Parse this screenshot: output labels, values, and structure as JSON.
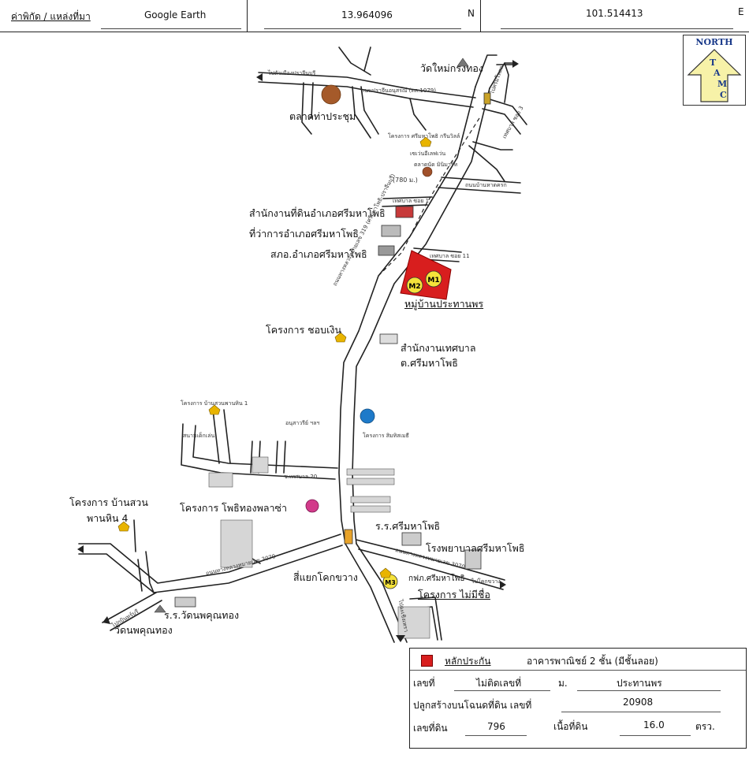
{
  "header": {
    "coord_label": "ค่าพิกัด / แหล่งที่มา",
    "source": "Google Earth",
    "lat": "13.964096",
    "lat_dir": "N",
    "lon": "101.514413",
    "lon_dir": "E"
  },
  "north": {
    "title": "NORTH",
    "letters": [
      "T",
      "A",
      "M",
      "C"
    ]
  },
  "map_labels": {
    "wat_mai": "วัดใหม่กรงทอง",
    "market": "ตลาดท่าประชุม",
    "project_srimaha": "โครงการ ศรีมหาโพธิ กรีนวิลล์",
    "seven_eleven": "เซเว่นอีเลฟเว่น",
    "talad_mini": "ตลาดนัด มินิมาร์ท",
    "dist_780": "(780 ม.)",
    "land_office": "สำนักงานที่ดินอำเภอศรีมหาโพธิ",
    "district_office": "ที่ว่าการอำเภอศรีมหาโพธิ",
    "police": "สภอ.อำเภอศรีมหาโพธิ",
    "village": "หมู่บ้านประทานพร",
    "chob_ngern": "โครงการ ชอบเงิน",
    "municipal_1": "สำนักงานเทศบาล",
    "municipal_2": "ต.ศรีมหาโพธิ",
    "ban_suan_1": "โครงการ บ้านสวนพานหิน 1",
    "stadium": "สนามเด็กเล่น",
    "monument": "อนุสาวรีย์ ฯลฯ",
    "project_sm": "โครงการ สิมทิสเมธี",
    "ban_suan_4a": "โครงการ บ้านสวน",
    "ban_suan_4b": "พานหิน 4",
    "photong": "โครงการ โพธิทองพลาซ่า",
    "school": "ร.ร.ศรีมหาโพธิ",
    "hospital": "โรงพยาบาลศรีมหาโพธิ",
    "junction": "สี่แยกโคกขวาง",
    "kfc": "กฟภ.ศรีมหาโพธิ",
    "mai_mee_chue": "โครงการ ไม่มีชื่อ",
    "wat_school": "ร.ร.วัดนพคุณทอง",
    "wat": "วัดนพคุณทอง",
    "road_1079": "ถนนปราจีนอนุสรณ์ (ทล.1079)",
    "road_3070": "ถนนทางหลวงหมายเลข 3070",
    "road_3070b": "ถนนทางหลวงหมายเลข 3070",
    "to_prachin": "ไปตัวเมืองปราจีนบุรี",
    "to_kabin": "ไปกบินทร์บุรี",
    "to_chachoeng": "ไปฉะเชิงเทรา",
    "to_sriracha": "ไปศรีมโหสถ",
    "to_konkaen": "ไปโคกขวาง",
    "soi_1": "เทศบาล ซอย 1",
    "soi_3": "เทศบาล ซอย 3",
    "soi_11": "เทศบาล ซอย 11",
    "soi_20": "ซ.เทศบาล 20",
    "soi_road": "ถนนบ้านหาดครก",
    "main_road": "ถนนทางหลวงหมายเลข 319 (ศรีมหาโพธิ-ปราจีนบุรี)",
    "m1": "M1",
    "m2": "M2",
    "m3": "M3"
  },
  "panel": {
    "title": "หลักประกัน",
    "building_type": "อาคารพาณิชย์ 2 ชั้น (มีชั้นลอย)",
    "no_label": "เลขที่",
    "no_value": "ไม่ติดเลขที่",
    "moo_label": "ม.",
    "moo_value": "ประทานพร",
    "deed_label": "ปลูกสร้างบนโฉนดที่ดิน เลขที่",
    "deed_value": "20908",
    "land_no_label": "เลขที่ดิน",
    "land_no_value": "796",
    "area_label": "เนื้อที่ดิน",
    "area_value": "16.0",
    "area_unit": "ตรว.",
    "legend_color": "#d81e1e"
  }
}
